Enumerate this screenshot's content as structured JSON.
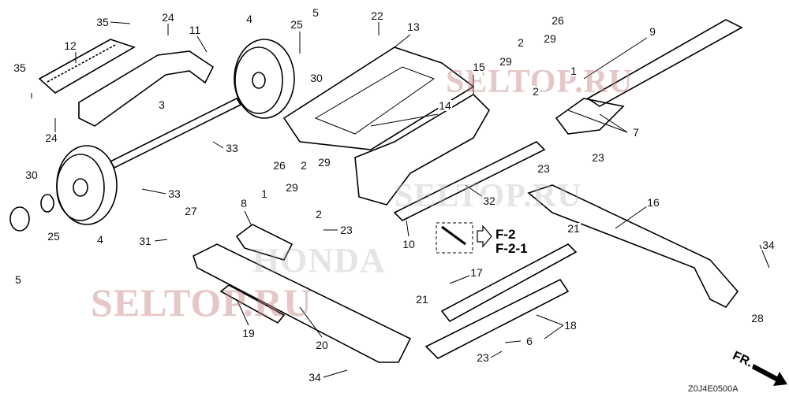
{
  "callouts": [
    "35",
    "24",
    "11",
    "4",
    "25",
    "5",
    "22",
    "13",
    "26",
    "9",
    "12",
    "35",
    "30",
    "2",
    "29",
    "29",
    "1",
    "15",
    "2",
    "3",
    "14",
    "24",
    "33",
    "7",
    "23",
    "23",
    "26",
    "2",
    "29",
    "29",
    "1",
    "2",
    "30",
    "33",
    "32",
    "8",
    "27",
    "16",
    "31",
    "23",
    "10",
    "21",
    "34",
    "5",
    "25",
    "4",
    "17",
    "21",
    "19",
    "20",
    "28",
    "18",
    "6",
    "23",
    "34"
  ],
  "references": [
    "F-2",
    "F-2-1"
  ],
  "watermarks": [
    "SELTOP.RU",
    "SELTOP.RU",
    "SELTOP.RU",
    "HONDA"
  ],
  "direction_label": "FR.",
  "diagram_code": "Z0J4E0500A"
}
